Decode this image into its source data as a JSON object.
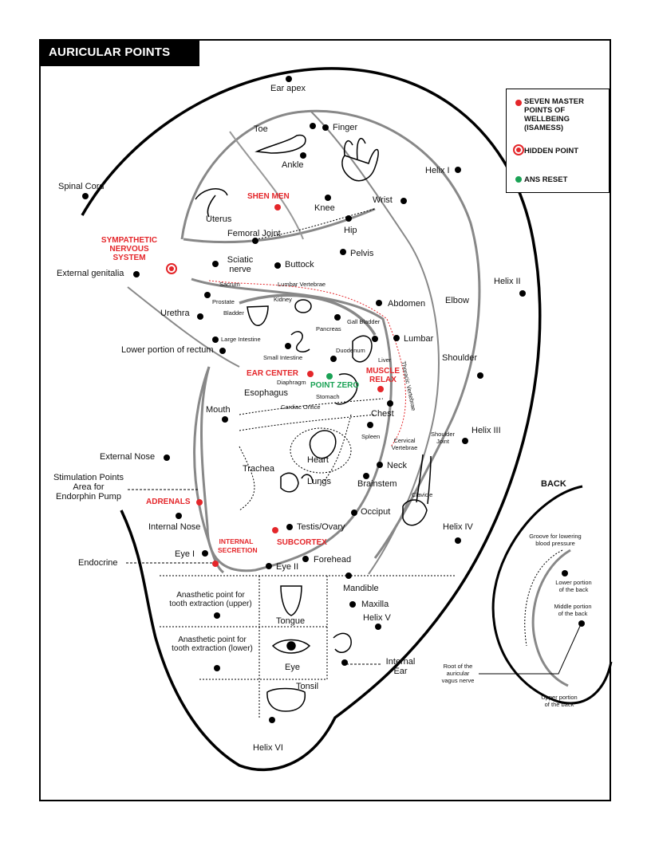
{
  "title": "AURICULAR POINTS",
  "legend": {
    "master": "SEVEN MASTER\nPOINTS OF\nWELLBEING\n(ISAMESS)",
    "hidden": "HIDDEN\nPOINT",
    "ans": "ANS RESET",
    "colors": {
      "master": "#e4262a",
      "ans": "#1aa255"
    }
  },
  "labels": {
    "ear_apex": "Ear apex",
    "toe": "Toe",
    "finger": "Finger",
    "ankle": "Ankle",
    "helix_i": "Helix I",
    "spinal_cord": "Spinal Cord",
    "shen_men": "SHEN MEN",
    "uterus": "Uterus",
    "knee": "Knee",
    "wrist": "Wrist",
    "hip": "Hip",
    "femoral_joint": "Femoral Joint",
    "sympathetic": "SYMPATHETIC\nNERVOUS\nSYSTEM",
    "sciatic": "Sciatic\nnerve",
    "buttock": "Buttock",
    "pelvis": "Pelvis",
    "external_genitalia": "External genitalia",
    "sacrum": "Sacrum",
    "lumbar_vertebrae": "Lumbar Vertebrae",
    "helix_ii": "Helix II",
    "prostate": "Prostate",
    "kidney": "Kidney",
    "abdomen": "Abdomen",
    "elbow": "Elbow",
    "urethra": "Urethra",
    "bladder": "Bladder",
    "pancreas": "Pancreas",
    "gall_bladder": "Gall Bladder",
    "large_intestine": "Large Intestine",
    "lumbar": "Lumbar",
    "lower_rectum": "Lower portion of rectum",
    "small_intestine": "Small Intestine",
    "duodenum": "Duodenum",
    "liver": "Liver",
    "shoulder": "Shoulder",
    "ear_center": "EAR CENTER",
    "muscle_relax": "MUSCLE\nRELAX",
    "point_zero": "POINT ZERO",
    "diaphragm": "Diaphragm",
    "thoracic_vertebrae": "Thoracic Vertebrae",
    "esophagus": "Esophagus",
    "stomach": "Stomach",
    "cardiac_orifice": "Cardiac Orifice",
    "mouth": "Mouth",
    "chest": "Chest",
    "shoulder_joint": "Shoulder\nJoint",
    "helix_iii": "Helix III",
    "spleen": "Spleen",
    "cervical_vertebrae": "Cervical\nVertebrae",
    "external_nose": "External Nose",
    "heart": "Heart",
    "trachea": "Trachea",
    "neck": "Neck",
    "stimulation": "Stimulation Points\nArea for\nEndorphin Pump",
    "lungs": "Lungs",
    "brainstem": "Brainstem",
    "adrenals": "ADRENALS",
    "clavicle": "Clavicle",
    "back": "BACK",
    "occiput": "Occiput",
    "internal_nose": "Internal Nose",
    "internal_secretion": "INTERNAL\nSECRETION",
    "testis_ovary": "Testis/Ovary",
    "helix_iv": "Helix IV",
    "groove": "Groove for lowering\nblood pressure",
    "subcortex": "SUBCORTEX",
    "eye_i": "Eye I",
    "forehead": "Forehead",
    "endocrine": "Endocrine",
    "eye_ii": "Eye II",
    "lower_back": "Lower portion\nof the back",
    "mandible": "Mandible",
    "anesthetic_upper": "Anasthetic point for\ntooth extraction (upper)",
    "tongue": "Tongue",
    "maxilla": "Maxilla",
    "middle_back": "Middle portion\nof the back",
    "helix_v": "Helix V",
    "anesthetic_lower": "Anasthetic point for\ntooth extraction (lower)",
    "eye": "Eye",
    "internal_ear": "Internal\nEar",
    "root_vagus": "Root of the\nauricular\nvagus nerve",
    "upper_back": "Upper portion\nof the back",
    "tonsil": "Tonsil",
    "helix_vi": "Helix VI"
  },
  "icons": [
    "foot-icon",
    "hand-icon",
    "uterus-icon",
    "bladder-icon",
    "kidney-icon",
    "intestine-icon",
    "liver-icon",
    "stomach-icon",
    "heart-icon",
    "lungs-icon",
    "tongue-icon",
    "eye-icon",
    "inner-ear-icon",
    "tonsil-icon",
    "bone-joint-icon"
  ]
}
